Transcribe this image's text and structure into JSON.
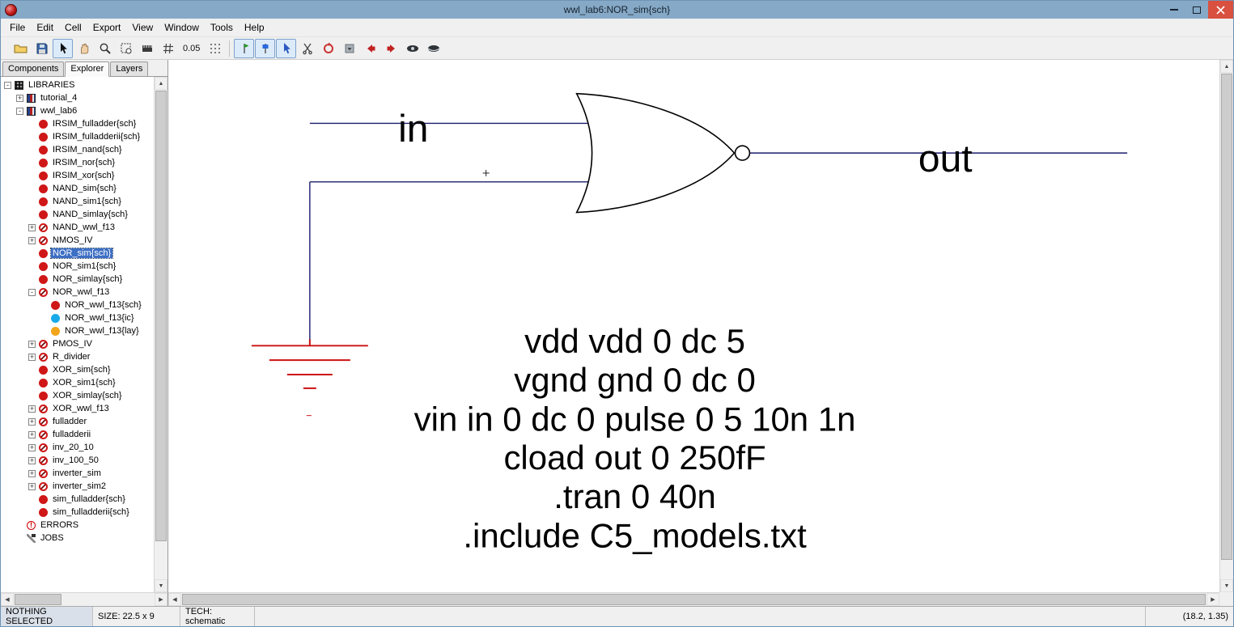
{
  "window": {
    "title": "wwl_lab6:NOR_sim{sch}"
  },
  "menu": {
    "items": [
      "File",
      "Edit",
      "Cell",
      "Export",
      "View",
      "Window",
      "Tools",
      "Help"
    ]
  },
  "toolbar": {
    "alignment_value": "0.05",
    "icons": [
      "open-library",
      "save-library",
      "select-mode",
      "pan-mode",
      "zoom-mode",
      "outline-zoom",
      "measure-mode",
      "grid-toggle",
      "alignment-grid",
      "pin-toggle-export",
      "pin-toggle-body",
      "hard-select",
      "cut",
      "expand-cell",
      "collapse-cell",
      "undo",
      "redo",
      "peek-open",
      "peek-closed"
    ]
  },
  "sidebar": {
    "tabs": [
      "Components",
      "Explorer",
      "Layers"
    ],
    "active_tab": "Explorer",
    "tree": [
      {
        "depth": 0,
        "exp": "-",
        "icon": "libraries",
        "label": "LIBRARIES"
      },
      {
        "depth": 1,
        "exp": "+",
        "icon": "library",
        "label": "tutorial_4"
      },
      {
        "depth": 1,
        "exp": "-",
        "icon": "library",
        "label": "wwl_lab6"
      },
      {
        "depth": 2,
        "exp": "",
        "icon": "cell",
        "label": "IRSIM_fulladder{sch}"
      },
      {
        "depth": 2,
        "exp": "",
        "icon": "cell",
        "label": "IRSIM_fulladderii{sch}"
      },
      {
        "depth": 2,
        "exp": "",
        "icon": "cell",
        "label": "IRSIM_nand{sch}"
      },
      {
        "depth": 2,
        "exp": "",
        "icon": "cell",
        "label": "IRSIM_nor{sch}"
      },
      {
        "depth": 2,
        "exp": "",
        "icon": "cell",
        "label": "IRSIM_xor{sch}"
      },
      {
        "depth": 2,
        "exp": "",
        "icon": "cell",
        "label": "NAND_sim{sch}"
      },
      {
        "depth": 2,
        "exp": "",
        "icon": "cell",
        "label": "NAND_sim1{sch}"
      },
      {
        "depth": 2,
        "exp": "",
        "icon": "cell",
        "label": "NAND_simlay{sch}"
      },
      {
        "depth": 2,
        "exp": "+",
        "icon": "cellgroup",
        "label": "NAND_wwl_f13"
      },
      {
        "depth": 2,
        "exp": "+",
        "icon": "cellgroup",
        "label": "NMOS_IV"
      },
      {
        "depth": 2,
        "exp": "",
        "icon": "cell",
        "label": "NOR_sim{sch}",
        "selected": true
      },
      {
        "depth": 2,
        "exp": "",
        "icon": "cell",
        "label": "NOR_sim1{sch}"
      },
      {
        "depth": 2,
        "exp": "",
        "icon": "cell",
        "label": "NOR_simlay{sch}"
      },
      {
        "depth": 2,
        "exp": "-",
        "icon": "cellgroup",
        "label": "NOR_wwl_f13"
      },
      {
        "depth": 3,
        "exp": "",
        "icon": "cell",
        "label": "NOR_wwl_f13{sch}"
      },
      {
        "depth": 3,
        "exp": "",
        "icon": "icon-cell",
        "label": "NOR_wwl_f13{ic}"
      },
      {
        "depth": 3,
        "exp": "",
        "icon": "layout-cell",
        "label": "NOR_wwl_f13{lay}"
      },
      {
        "depth": 2,
        "exp": "+",
        "icon": "cellgroup",
        "label": "PMOS_IV"
      },
      {
        "depth": 2,
        "exp": "+",
        "icon": "cellgroup",
        "label": "R_divider"
      },
      {
        "depth": 2,
        "exp": "",
        "icon": "cell",
        "label": "XOR_sim{sch}"
      },
      {
        "depth": 2,
        "exp": "",
        "icon": "cell",
        "label": "XOR_sim1{sch}"
      },
      {
        "depth": 2,
        "exp": "",
        "icon": "cell",
        "label": "XOR_simlay{sch}"
      },
      {
        "depth": 2,
        "exp": "+",
        "icon": "cellgroup",
        "label": "XOR_wwl_f13"
      },
      {
        "depth": 2,
        "exp": "+",
        "icon": "cellgroup",
        "label": "fulladder"
      },
      {
        "depth": 2,
        "exp": "+",
        "icon": "cellgroup",
        "label": "fulladderii"
      },
      {
        "depth": 2,
        "exp": "+",
        "icon": "cellgroup",
        "label": "inv_20_10"
      },
      {
        "depth": 2,
        "exp": "+",
        "icon": "cellgroup",
        "label": "inv_100_50"
      },
      {
        "depth": 2,
        "exp": "+",
        "icon": "cellgroup",
        "label": "inverter_sim"
      },
      {
        "depth": 2,
        "exp": "+",
        "icon": "cellgroup",
        "label": "inverter_sim2"
      },
      {
        "depth": 2,
        "exp": "",
        "icon": "cell",
        "label": "sim_fulladder{sch}"
      },
      {
        "depth": 2,
        "exp": "",
        "icon": "cell",
        "label": "sim_fulladderii{sch}"
      },
      {
        "depth": 1,
        "exp": "",
        "icon": "errors",
        "label": "ERRORS"
      },
      {
        "depth": 1,
        "exp": "",
        "icon": "jobs",
        "label": "JOBS"
      }
    ]
  },
  "canvas": {
    "input_label": "in",
    "output_label": "out",
    "spice_lines": [
      "vdd vdd 0 dc 5",
      "vgnd gnd 0 dc 0",
      "vin in 0 dc 0 pulse 0 5 10n 1n",
      "cload out 0 250fF",
      ".tran 0 40n",
      ".include C5_models.txt"
    ]
  },
  "statusbar": {
    "selection": "NOTHING SELECTED",
    "size": "SIZE: 22.5 x 9",
    "tech": "TECH: schematic",
    "coords": "(18.2, 1.35)"
  },
  "colors": {
    "titlebar": "#85a9c7",
    "close_button": "#d9503f",
    "wire": "#1c1c6e",
    "ground_symbol": "#cc1111",
    "selection": "#3d6fc4",
    "cell_dot": "#cf1717",
    "icon_cell_dot": "#18aae8",
    "layout_cell_dot": "#f2a51b"
  }
}
